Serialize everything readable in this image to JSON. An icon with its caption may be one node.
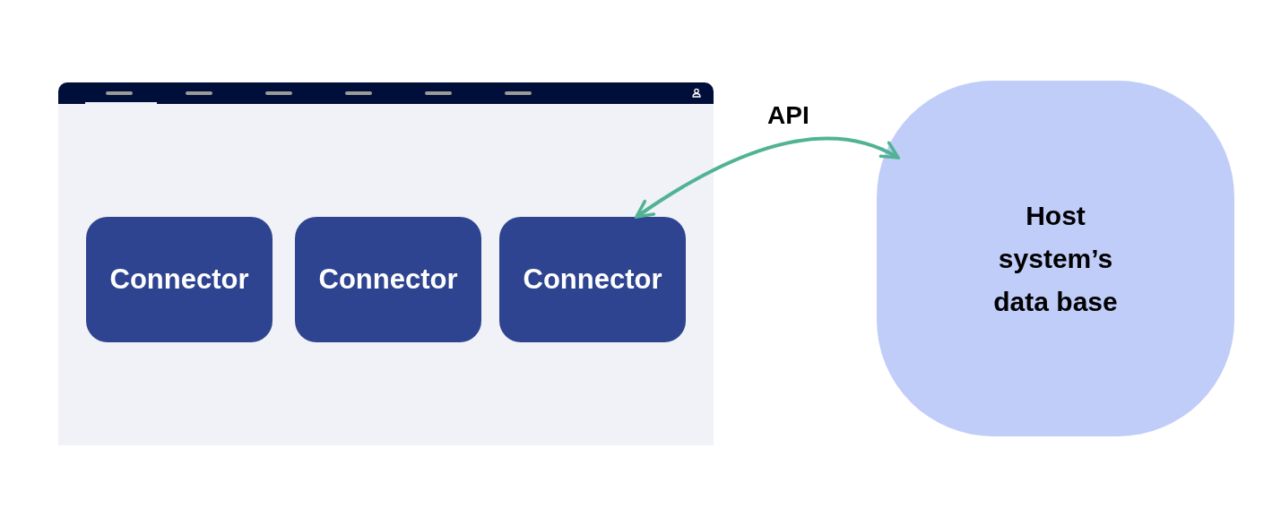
{
  "diagram": {
    "nodes": [
      {
        "text": [],
        "shape": "box"
      },
      {
        "text": [
          "Connector"
        ],
        "in": 0
      },
      {
        "text": [
          "Connector"
        ],
        "in": 0
      },
      {
        "text": [
          "Connector"
        ],
        "in": 0
      },
      {
        "text": [
          "Host system’s data base"
        ]
      }
    ],
    "edges": [
      {
        "from": 3,
        "to": 4,
        "arrow": "both",
        "label": "API",
        "color": "#52b394"
      }
    ]
  }
}
